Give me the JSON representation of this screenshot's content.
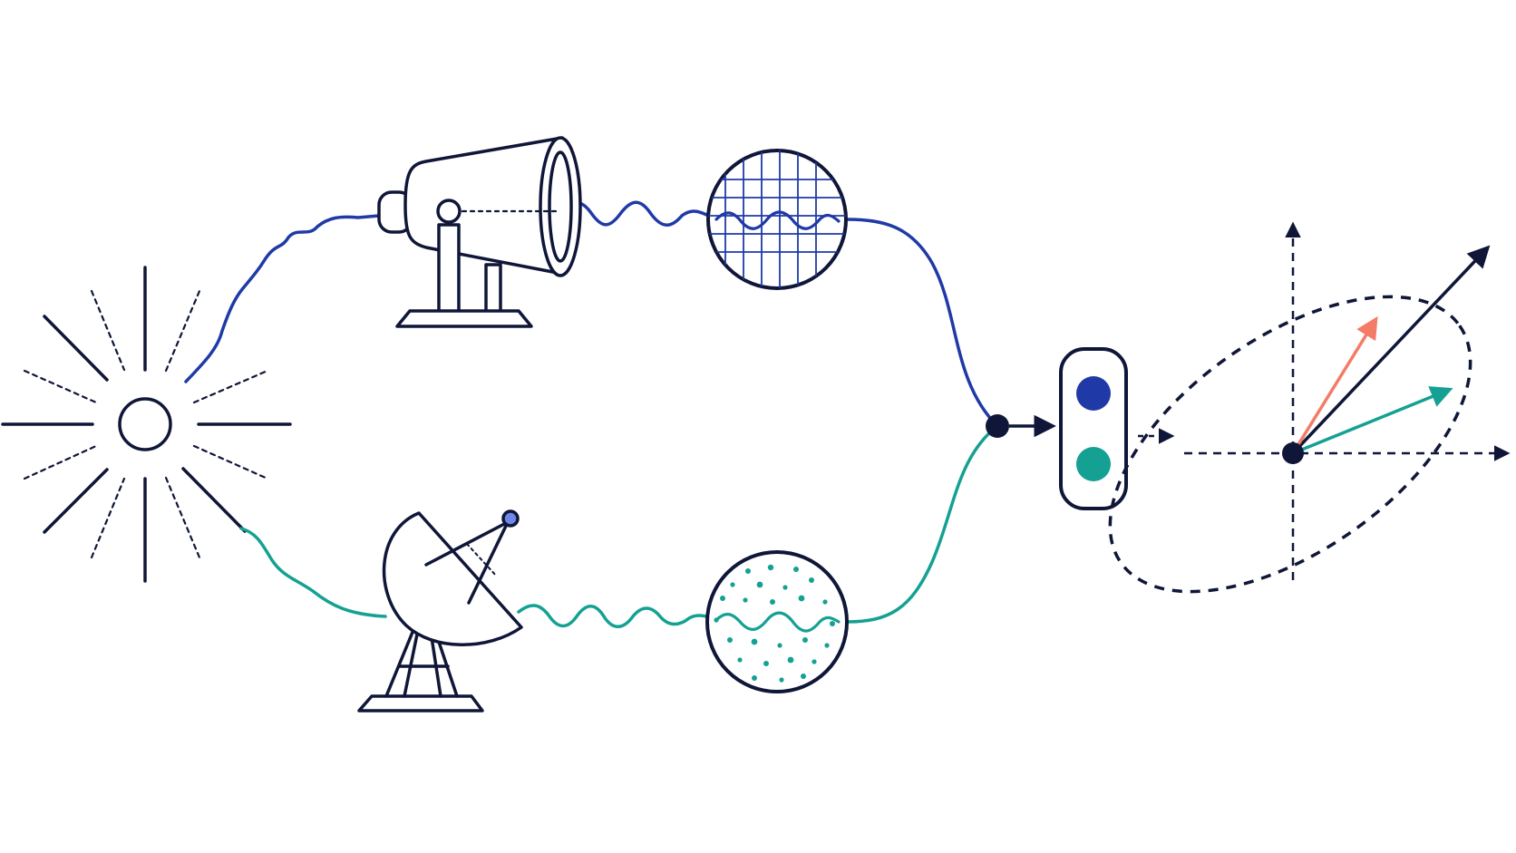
{
  "colors": {
    "ink": "#0f1638",
    "optical": "#1f3aa6",
    "radio": "#14a193",
    "accent": "#f37b67",
    "background": "#ffffff"
  },
  "nodes": {
    "source": {
      "icon": "sun-icon"
    },
    "optical_receiver": {
      "icon": "telescope-icon"
    },
    "radio_receiver": {
      "icon": "radio-dish-icon"
    },
    "optical_signal": {
      "icon": "gridded-waveform-icon"
    },
    "radio_signal": {
      "icon": "noisy-waveform-icon"
    },
    "merge_point": {
      "icon": "junction-dot-icon"
    },
    "combined_state": {
      "icon": "two-channel-indicator-icon",
      "channels": [
        "optical",
        "radio"
      ]
    },
    "output_space": {
      "icon": "vector-ellipse-plot-icon",
      "vectors": [
        "resultant",
        "optical-component",
        "radio-component"
      ]
    }
  }
}
